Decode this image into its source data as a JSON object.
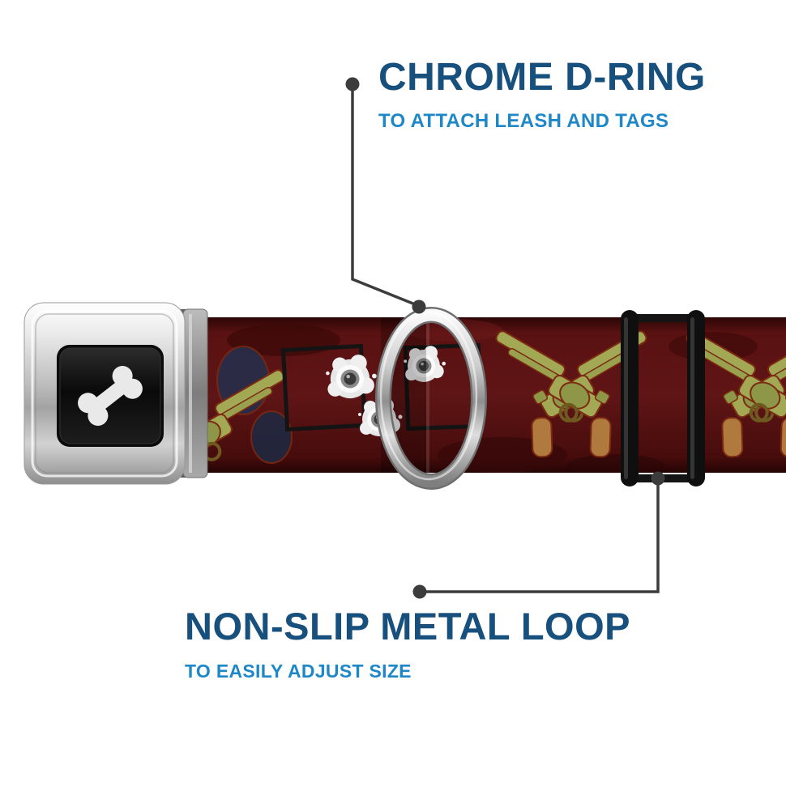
{
  "callouts": {
    "top": {
      "title": "CHROME D-RING",
      "subtitle": "TO ATTACH LEASH AND TAGS"
    },
    "bottom": {
      "title": "NON-SLIP METAL LOOP",
      "subtitle": "TO EASILY ADJUST SIZE"
    }
  },
  "colors": {
    "title_blue": "#17507d",
    "subtitle_blue": "#1d87c8",
    "callout_line": "#3c3c3c",
    "strap_maroon": "#4d0e0e",
    "background": "#ffffff"
  },
  "icons": {
    "buckle_center": "bone-icon",
    "hardware": [
      "seatbelt-buckle",
      "d-ring",
      "metal-loop-slider"
    ],
    "strap_pattern": [
      "crossed-revolvers",
      "bullet-holes"
    ]
  }
}
